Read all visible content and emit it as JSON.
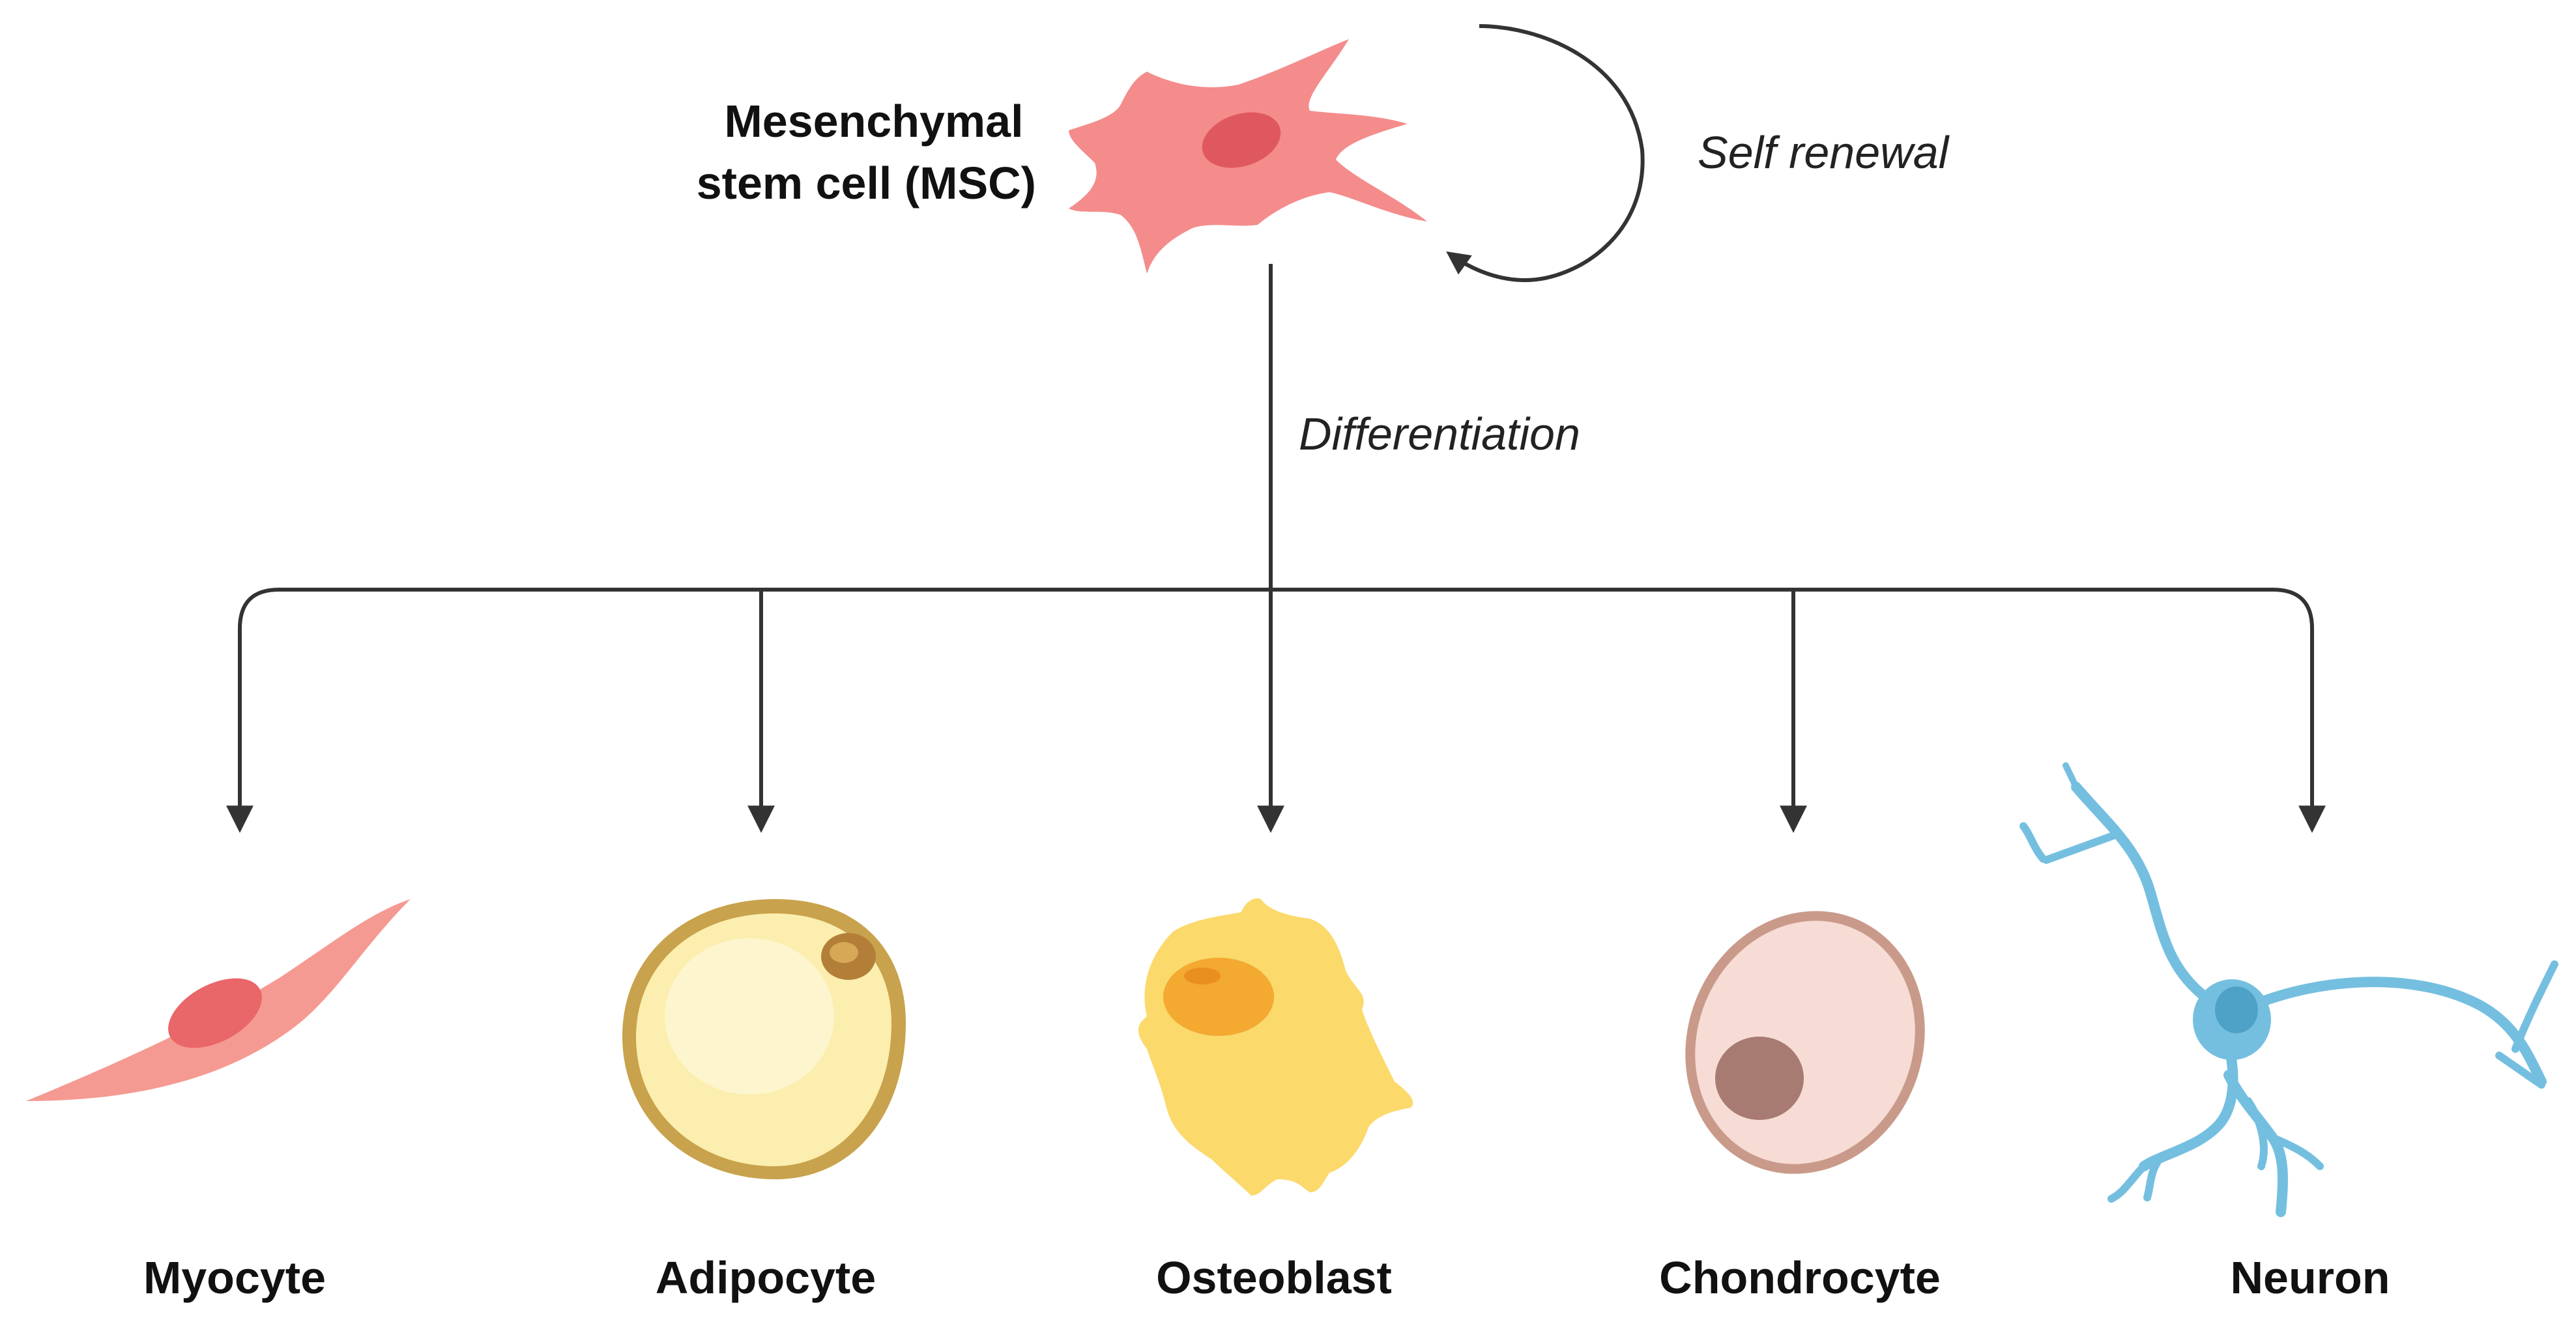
{
  "source": {
    "label_line1": "Mesenchymal",
    "label_line2": "stem cell (MSC)"
  },
  "loop_label": "Self renewal",
  "branch_label": "Differentiation",
  "cell_types": [
    {
      "label": "Myocyte",
      "icon": "myocyte-icon"
    },
    {
      "label": "Adipocyte",
      "icon": "adipocyte-icon"
    },
    {
      "label": "Osteoblast",
      "icon": "osteoblast-icon"
    },
    {
      "label": "Chondrocyte",
      "icon": "chondrocyte-icon"
    },
    {
      "label": "Neuron",
      "icon": "neuron-icon"
    }
  ],
  "colors": {
    "msc": "#f48c8c",
    "msc_nucleus": "#e0585f",
    "myocyte": "#f59a92",
    "adipocyte": "#fbeeae",
    "osteoblast": "#fbd96b",
    "chondrocyte": "#f6dcd4",
    "neuron": "#74bfe0",
    "arrow": "#333333"
  }
}
